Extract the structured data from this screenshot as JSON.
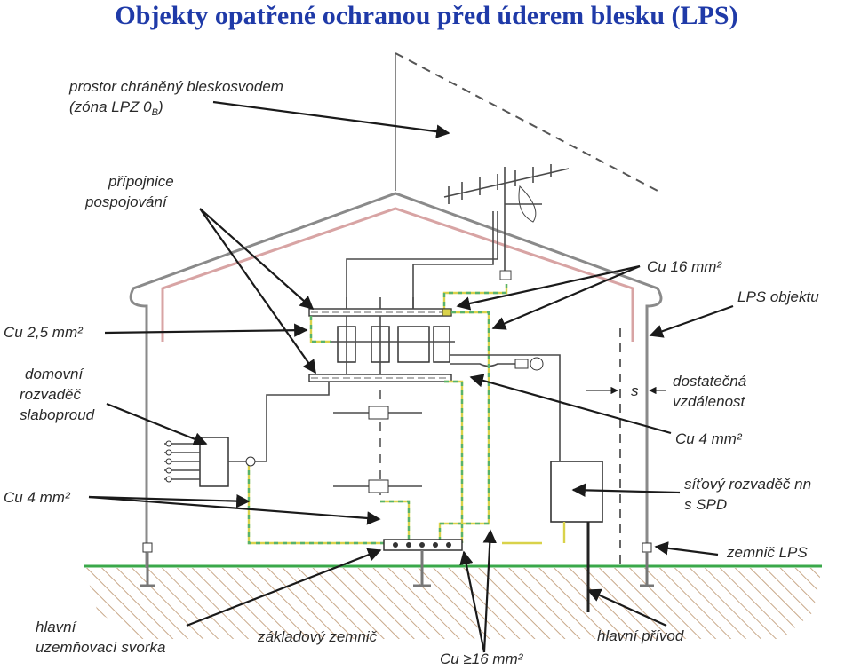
{
  "title": "Objekty opatřené ochranou před úderem blesku (LPS)",
  "labels": {
    "protected_space_1": "prostor chráněný bleskosvodem",
    "protected_space_2": "(zóna LPZ 0",
    "protected_space_sub": "B",
    "protected_space_end": ")",
    "busbar_1": "přípojnice",
    "busbar_2": "pospojování",
    "cu25": "Cu 2,5 mm²",
    "domovni_1": "domovní",
    "domovni_2": "rozvaděč",
    "domovni_3": "slaboproud",
    "cu4_left": "Cu 4 mm²",
    "main_terminal_1": "hlavní",
    "main_terminal_2": "uzemňovací svorka",
    "foundation": "základový zemnič",
    "cu16_bottom": "Cu ≥16 mm²",
    "main_supply": "hlavní přívod",
    "earth_lps": "zemnič LPS",
    "dist_board_1": "síťový rozvaděč nn",
    "dist_board_2": "s SPD",
    "cu4_right": "Cu 4 mm²",
    "sufficient_1": "dostatečná",
    "sufficient_2": "vzdálenost",
    "s_symbol": "s",
    "lps_object": "LPS objektu",
    "cu16_top": "Cu 16 mm²"
  },
  "colors": {
    "title": "#1f3aa8",
    "roof_conductor": "#d8a4a4",
    "bonding_conductor": "#d9d24a",
    "bonding_conductor_stripe": "#58b36b",
    "ground_hatch": "#c9a98a",
    "ground_line": "#3aa84a"
  }
}
